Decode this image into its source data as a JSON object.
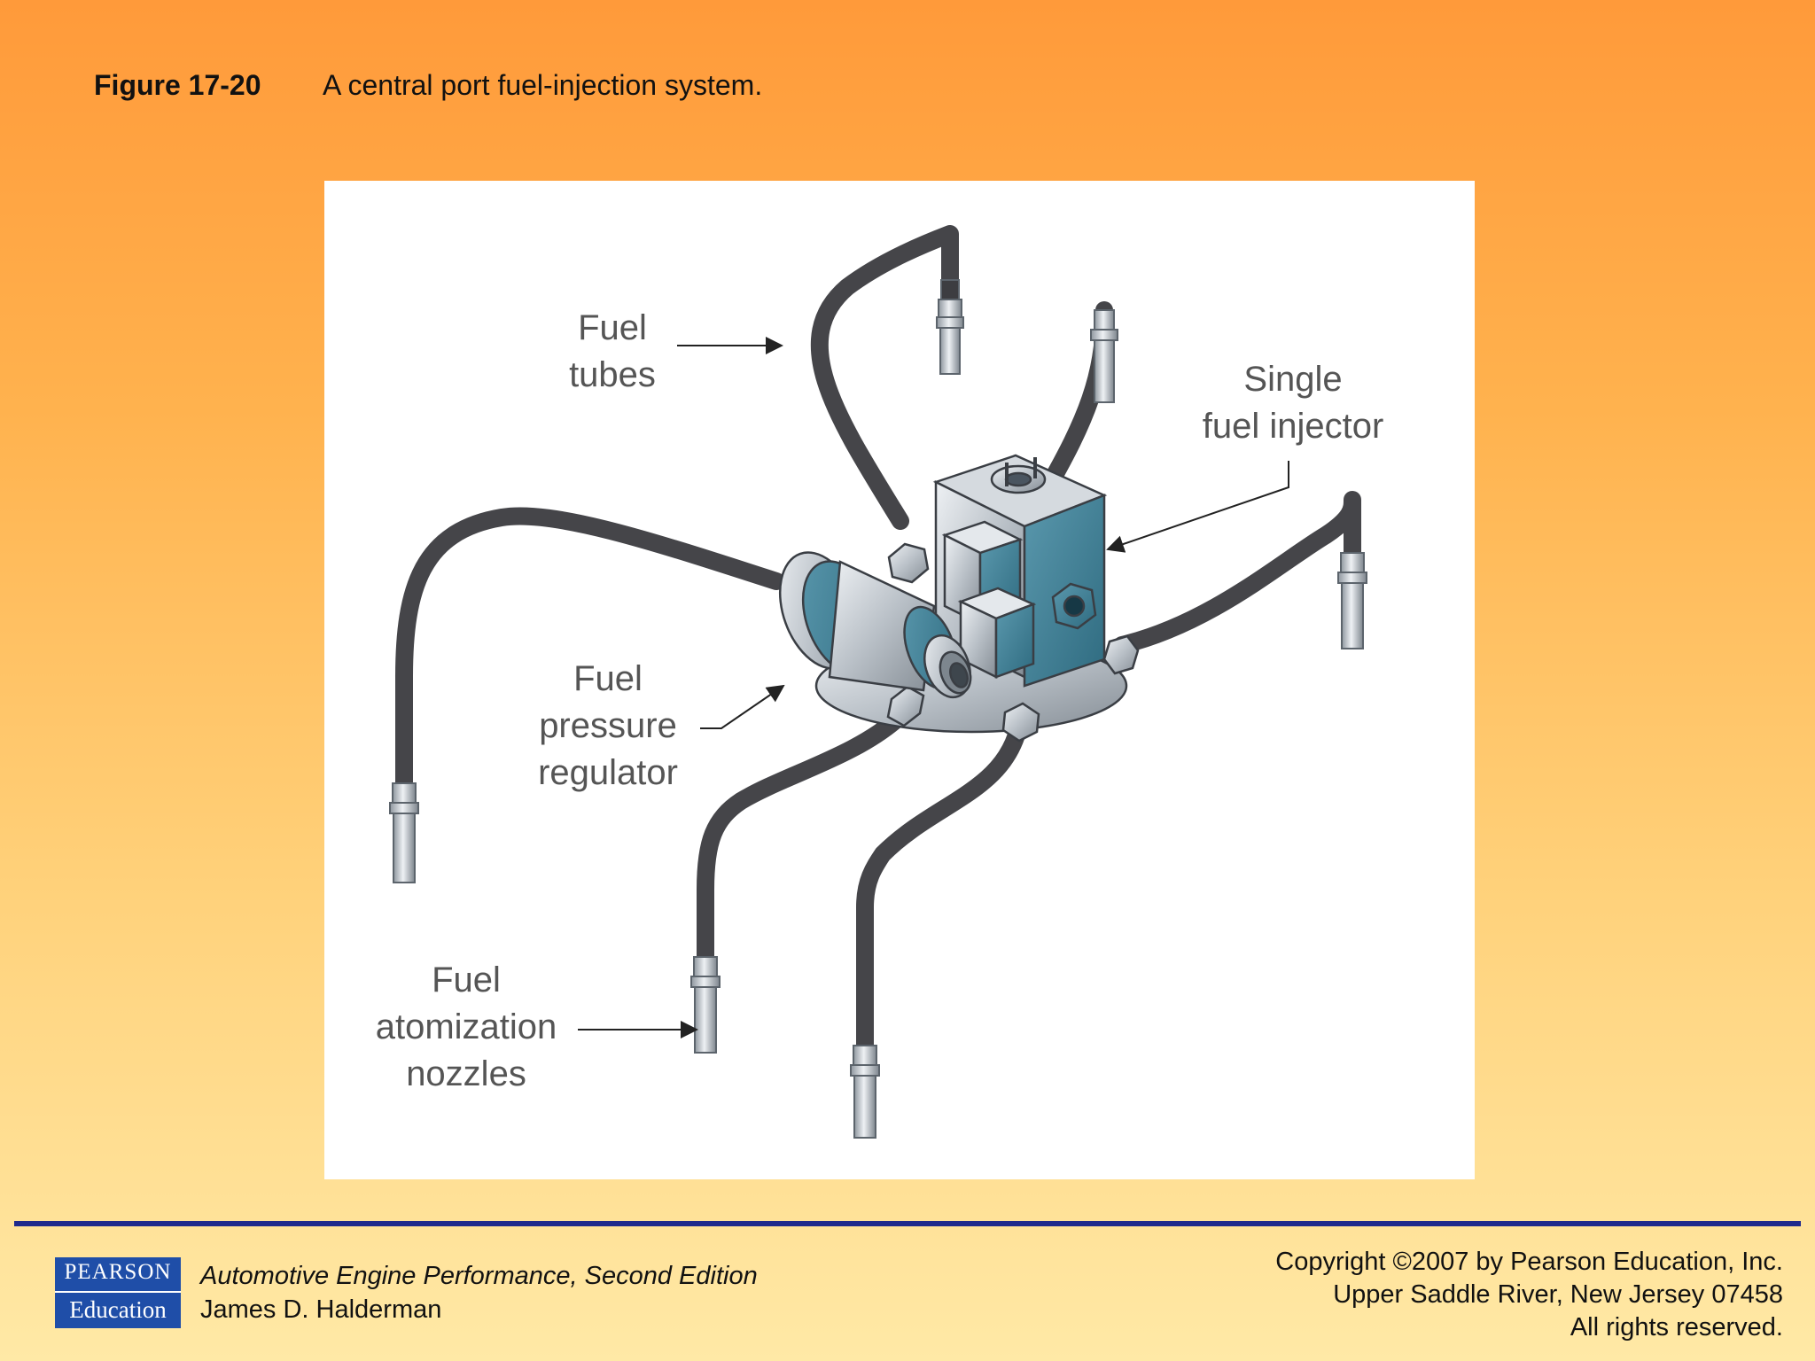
{
  "figure": {
    "number": "Figure 17-20",
    "caption": "A central port fuel-injection system."
  },
  "labels": {
    "fuel_tubes": [
      "Fuel",
      "tubes"
    ],
    "single_fuel_injector": [
      "Single",
      "fuel injector"
    ],
    "fuel_pressure_regulator": [
      "Fuel",
      "pressure",
      "regulator"
    ],
    "fuel_atomization_nozzles": [
      "Fuel",
      "atomization",
      "nozzles"
    ]
  },
  "footer": {
    "logo": {
      "line1": "PEARSON",
      "line2": "Education"
    },
    "book_title": "Automotive Engine Performance, Second Edition",
    "author": "James D. Halderman",
    "copyright": [
      "Copyright ©2007 by Pearson Education, Inc.",
      "Upper Saddle River, New Jersey 07458",
      "All rights reserved."
    ]
  },
  "colors": {
    "rule": "#1f2a8c",
    "logo_bg": "#1f4ea8",
    "tube": "#4a4a4e",
    "injector_blue": "#3f7f96",
    "metal": "#c7ccd2"
  }
}
